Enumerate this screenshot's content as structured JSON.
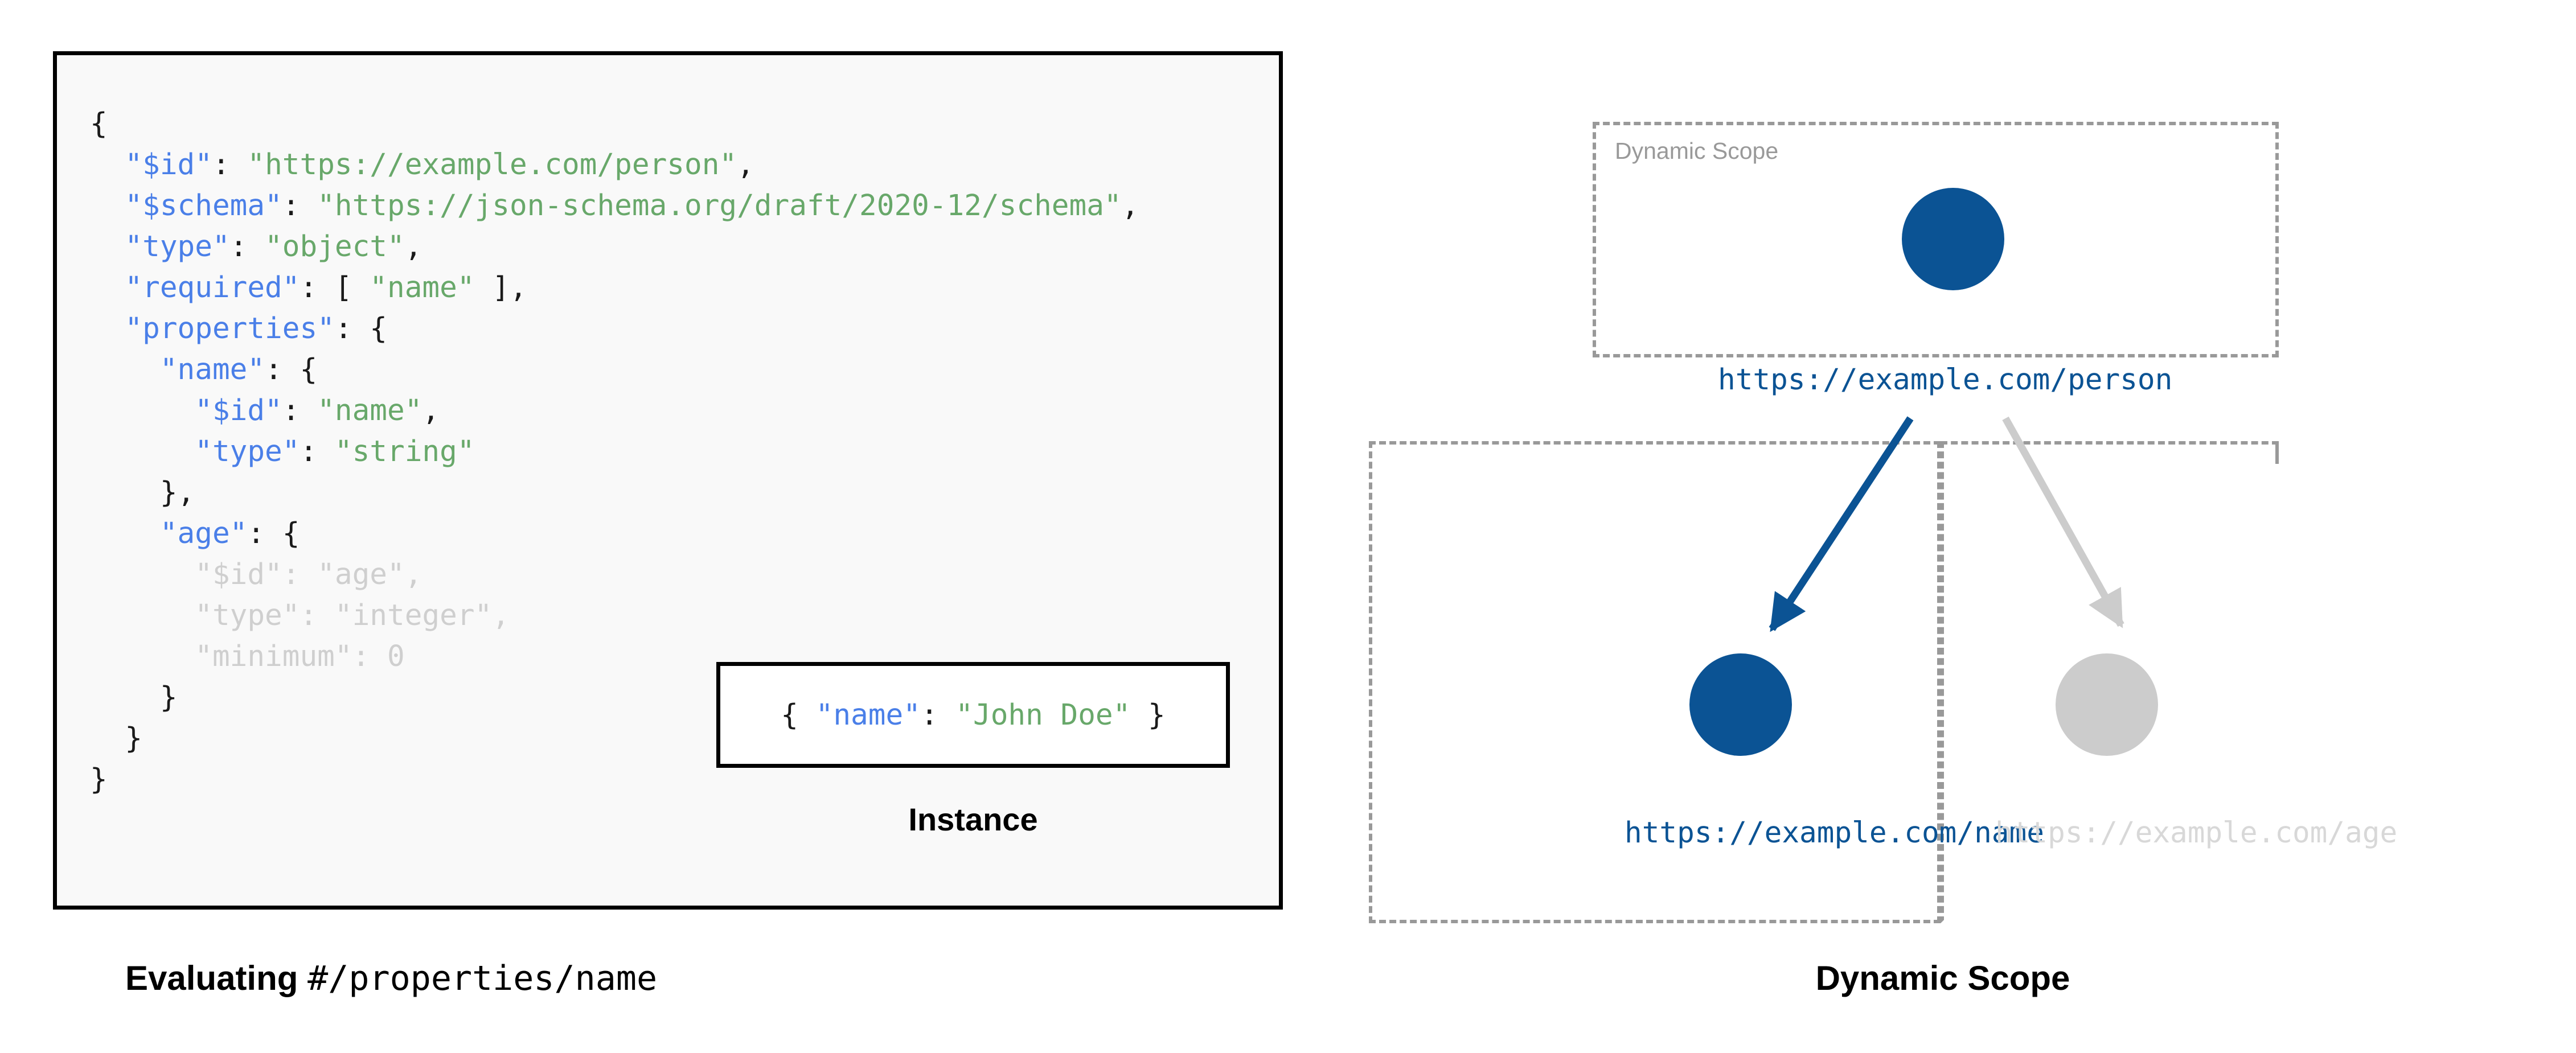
{
  "left_panel": {
    "schema_box": {
      "lines": [
        {
          "indent": 0,
          "parts": [
            {
              "t": "{",
              "c": "punct"
            }
          ]
        },
        {
          "indent": 1,
          "parts": [
            {
              "t": "\"$id\"",
              "c": "key"
            },
            {
              "t": ": ",
              "c": "punct"
            },
            {
              "t": "\"https://example.com/person\"",
              "c": "str"
            },
            {
              "t": ",",
              "c": "punct"
            }
          ]
        },
        {
          "indent": 1,
          "parts": [
            {
              "t": "\"$schema\"",
              "c": "key"
            },
            {
              "t": ": ",
              "c": "punct"
            },
            {
              "t": "\"https://json-schema.org/draft/2020-12/schema\"",
              "c": "str"
            },
            {
              "t": ",",
              "c": "punct"
            }
          ]
        },
        {
          "indent": 1,
          "parts": [
            {
              "t": "\"type\"",
              "c": "key"
            },
            {
              "t": ": ",
              "c": "punct"
            },
            {
              "t": "\"object\"",
              "c": "str"
            },
            {
              "t": ",",
              "c": "punct"
            }
          ]
        },
        {
          "indent": 1,
          "parts": [
            {
              "t": "\"required\"",
              "c": "key"
            },
            {
              "t": ": [ ",
              "c": "punct"
            },
            {
              "t": "\"name\"",
              "c": "str"
            },
            {
              "t": " ],",
              "c": "punct"
            }
          ]
        },
        {
          "indent": 1,
          "parts": [
            {
              "t": "\"properties\"",
              "c": "key"
            },
            {
              "t": ": {",
              "c": "punct"
            }
          ]
        },
        {
          "indent": 2,
          "parts": [
            {
              "t": "\"name\"",
              "c": "key"
            },
            {
              "t": ": {",
              "c": "punct"
            }
          ]
        },
        {
          "indent": 3,
          "parts": [
            {
              "t": "\"$id\"",
              "c": "key"
            },
            {
              "t": ": ",
              "c": "punct"
            },
            {
              "t": "\"name\"",
              "c": "str"
            },
            {
              "t": ",",
              "c": "punct"
            }
          ]
        },
        {
          "indent": 3,
          "parts": [
            {
              "t": "\"type\"",
              "c": "key"
            },
            {
              "t": ": ",
              "c": "punct"
            },
            {
              "t": "\"string\"",
              "c": "str"
            }
          ]
        },
        {
          "indent": 2,
          "parts": [
            {
              "t": "},",
              "c": "punct"
            }
          ]
        },
        {
          "indent": 2,
          "parts": [
            {
              "t": "\"age\"",
              "c": "key"
            },
            {
              "t": ": {",
              "c": "punct"
            }
          ]
        },
        {
          "indent": 3,
          "parts": [
            {
              "t": "\"$id\"",
              "c": "dim-key"
            },
            {
              "t": ": ",
              "c": "dim-punct"
            },
            {
              "t": "\"age\"",
              "c": "dim-str"
            },
            {
              "t": ",",
              "c": "dim-punct"
            }
          ]
        },
        {
          "indent": 3,
          "parts": [
            {
              "t": "\"type\"",
              "c": "dim-key"
            },
            {
              "t": ": ",
              "c": "dim-punct"
            },
            {
              "t": "\"integer\"",
              "c": "dim-str"
            },
            {
              "t": ",",
              "c": "dim-punct"
            }
          ]
        },
        {
          "indent": 3,
          "parts": [
            {
              "t": "\"minimum\"",
              "c": "dim-key"
            },
            {
              "t": ": ",
              "c": "dim-punct"
            },
            {
              "t": "0",
              "c": "dim-num"
            }
          ]
        },
        {
          "indent": 2,
          "parts": [
            {
              "t": "}",
              "c": "punct"
            }
          ]
        },
        {
          "indent": 1,
          "parts": [
            {
              "t": "}",
              "c": "punct"
            }
          ]
        },
        {
          "indent": 0,
          "parts": [
            {
              "t": "}",
              "c": "punct"
            }
          ]
        }
      ]
    },
    "instance_box": {
      "parts": [
        {
          "t": "{ ",
          "c": "punct"
        },
        {
          "t": "\"name\"",
          "c": "key"
        },
        {
          "t": ": ",
          "c": "punct"
        },
        {
          "t": "\"John Doe\"",
          "c": "str"
        },
        {
          "t": " }",
          "c": "punct"
        }
      ],
      "caption": "Instance"
    },
    "caption": {
      "bold_text": "Evaluating ",
      "mono_text": "#/properties/name"
    }
  },
  "right_panel": {
    "caption": "Dynamic Scope",
    "scope_root_label": "Dynamic Scope",
    "nodes": [
      {
        "id": "person",
        "label": "https://example.com/person",
        "state": "active",
        "color": "#0b5394"
      },
      {
        "id": "name",
        "label": "https://example.com/name",
        "state": "active",
        "color": "#0b5394"
      },
      {
        "id": "age",
        "label": "https://example.com/age",
        "state": "dimmed",
        "color": "#cccccc"
      }
    ],
    "edges": [
      {
        "from": "person",
        "to": "name",
        "state": "active",
        "color": "#0b5394"
      },
      {
        "from": "person",
        "to": "age",
        "state": "dimmed",
        "color": "#cccccc"
      }
    ]
  },
  "colors": {
    "accent_blue": "#0b5394",
    "dim_gray": "#cccccc",
    "dash_gray": "#999999",
    "code_key": "#4a7fe8",
    "code_string": "#68a86a",
    "code_dim": "#cfcfcf",
    "code_box_bg": "#f9f9f9"
  }
}
